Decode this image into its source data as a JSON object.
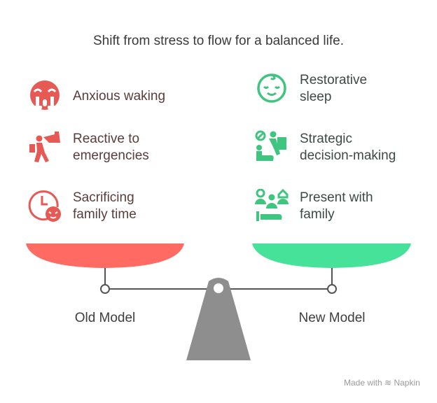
{
  "title": "Shift from stress to flow for a balanced life.",
  "old_model": {
    "label": "Old Model",
    "color": "#ff6b63",
    "items": [
      {
        "text": "Anxious waking",
        "icon": "anxious-face-icon"
      },
      {
        "text": "Reactive to emergencies",
        "line1": "Reactive to",
        "line2": "emergencies",
        "icon": "running-person-megaphone-icon"
      },
      {
        "text": "Sacrificing family time",
        "line1": "Sacrificing",
        "line2": "family time",
        "icon": "clock-stressed-face-icon"
      }
    ]
  },
  "new_model": {
    "label": "New Model",
    "color": "#47e29a",
    "items": [
      {
        "text": "Restorative sleep",
        "line1": "Restorative",
        "line2": "sleep",
        "icon": "sleeping-baby-face-icon"
      },
      {
        "text": "Strategic decision-making",
        "line1": "Strategic",
        "line2": "decision-making",
        "icon": "person-decision-icon"
      },
      {
        "text": "Present with family",
        "line1": "Present with",
        "line2": "family",
        "icon": "family-icon"
      }
    ]
  },
  "footer": {
    "text": "Made with",
    "brand": "Napkin"
  }
}
